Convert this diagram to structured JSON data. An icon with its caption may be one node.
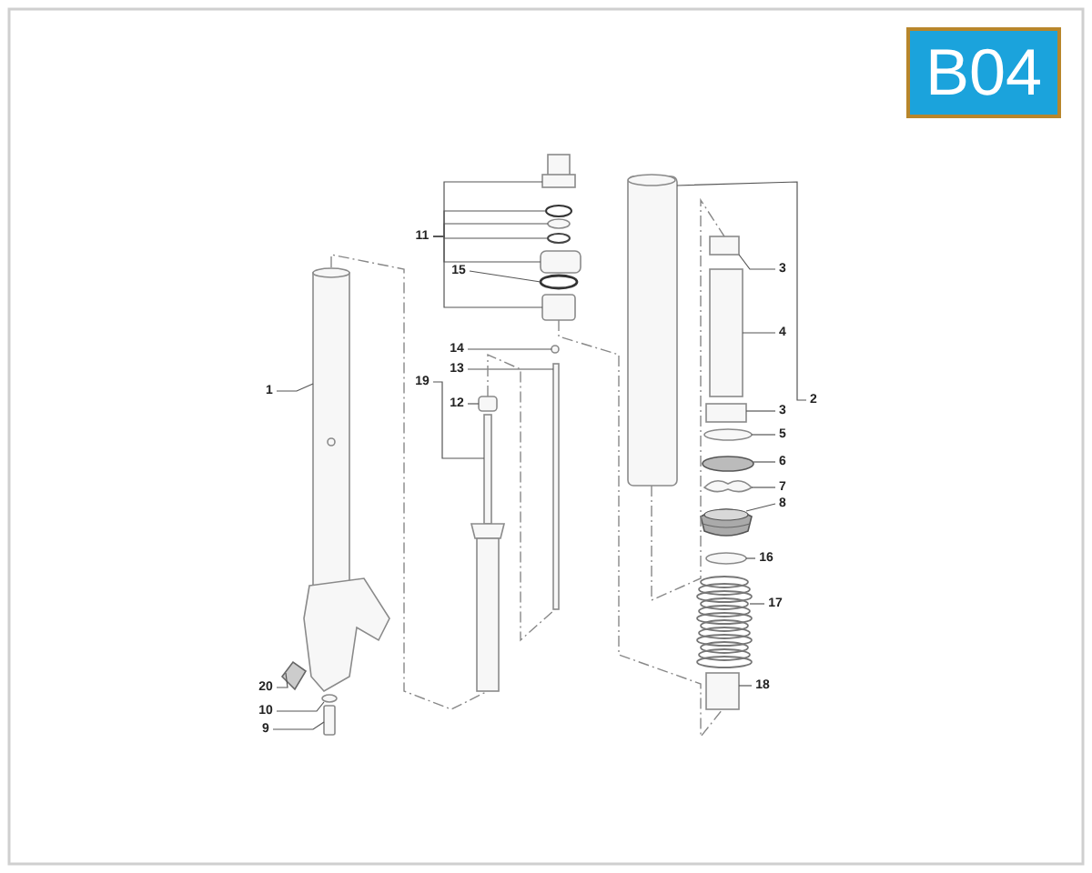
{
  "diagram": {
    "nodes": [
      {
        "text": [
          "B04"
        ]
      },
      {
        "text": [
          "1"
        ]
      },
      {
        "text": [],
        "shape": "picture"
      },
      {
        "text": [
          "20"
        ]
      },
      {
        "text": [],
        "shape": "picture"
      },
      {
        "text": [
          "10"
        ]
      },
      {
        "text": [],
        "shape": "circle"
      },
      {
        "text": [
          "9"
        ]
      },
      {
        "text": [],
        "shape": "box"
      },
      {
        "text": [
          "11"
        ]
      },
      {
        "text": [],
        "shape": "picture"
      },
      {
        "text": [],
        "shape": "circle"
      },
      {
        "text": [],
        "shape": "circle"
      },
      {
        "text": [],
        "shape": "circle"
      },
      {
        "text": [],
        "shape": "box"
      },
      {
        "text": [],
        "shape": "box"
      },
      {
        "text": [
          "15"
        ]
      },
      {
        "text": [],
        "shape": "circle"
      },
      {
        "text": [
          "14"
        ]
      },
      {
        "text": [],
        "shape": "circle"
      },
      {
        "text": [
          "13"
        ]
      },
      {
        "text": [],
        "shape": "box"
      },
      {
        "text": [
          "19"
        ]
      },
      {
        "text": [],
        "shape": "picture"
      },
      {
        "text": [
          "12"
        ]
      },
      {
        "text": [],
        "shape": "box"
      },
      {
        "text": [
          "2"
        ]
      },
      {
        "text": [],
        "shape": "picture"
      },
      {
        "text": [
          "3"
        ]
      },
      {
        "text": [],
        "shape": "box"
      },
      {
        "text": [
          "4"
        ]
      },
      {
        "text": [],
        "shape": "box"
      },
      {
        "text": [
          "3"
        ]
      },
      {
        "text": [],
        "shape": "box"
      },
      {
        "text": [
          "5"
        ]
      },
      {
        "text": [],
        "shape": "circle"
      },
      {
        "text": [
          "6"
        ]
      },
      {
        "text": [],
        "shape": "circle"
      },
      {
        "text": [
          "7"
        ]
      },
      {
        "text": [],
        "shape": "picture"
      },
      {
        "text": [
          "8"
        ]
      },
      {
        "text": [],
        "shape": "picture"
      },
      {
        "text": [
          "16"
        ]
      },
      {
        "text": [],
        "shape": "circle"
      },
      {
        "text": [
          "17"
        ]
      },
      {
        "text": [],
        "shape": "picture"
      },
      {
        "text": [
          "18"
        ]
      },
      {
        "text": [],
        "shape": "box"
      }
    ],
    "edges": [
      {
        "from": 1,
        "to": 2,
        "arrow": "none"
      },
      {
        "from": 3,
        "to": 4,
        "arrow": "none"
      },
      {
        "from": 5,
        "to": 6,
        "arrow": "none"
      },
      {
        "from": 7,
        "to": 8,
        "arrow": "none"
      },
      {
        "from": 9,
        "to": 10,
        "arrow": "none"
      },
      {
        "from": 9,
        "to": 11,
        "arrow": "none"
      },
      {
        "from": 9,
        "to": 12,
        "arrow": "none"
      },
      {
        "from": 9,
        "to": 13,
        "arrow": "none"
      },
      {
        "from": 9,
        "to": 14,
        "arrow": "none"
      },
      {
        "from": 9,
        "to": 15,
        "arrow": "none"
      },
      {
        "from": 16,
        "to": 17,
        "arrow": "none"
      },
      {
        "from": 18,
        "to": 19,
        "arrow": "none"
      },
      {
        "from": 20,
        "to": 21,
        "arrow": "none"
      },
      {
        "from": 22,
        "to": 23,
        "arrow": "none"
      },
      {
        "from": 24,
        "to": 25,
        "arrow": "none"
      },
      {
        "from": 26,
        "to": 27,
        "arrow": "none"
      },
      {
        "from": 28,
        "to": 29,
        "arrow": "none"
      },
      {
        "from": 30,
        "to": 31,
        "arrow": "none"
      },
      {
        "from": 32,
        "to": 33,
        "arrow": "none"
      },
      {
        "from": 34,
        "to": 35,
        "arrow": "none"
      },
      {
        "from": 36,
        "to": 37,
        "arrow": "none"
      },
      {
        "from": 38,
        "to": 39,
        "arrow": "none"
      },
      {
        "from": 40,
        "to": 41,
        "arrow": "none"
      },
      {
        "from": 42,
        "to": 43,
        "arrow": "none"
      },
      {
        "from": 44,
        "to": 45,
        "arrow": "none"
      },
      {
        "from": 46,
        "to": 47,
        "arrow": "none"
      },
      {
        "from": 2,
        "to": 23,
        "arrow": "none",
        "style": "dashed"
      },
      {
        "from": 25,
        "to": 21,
        "arrow": "none",
        "style": "dashed"
      },
      {
        "from": 15,
        "to": 47,
        "arrow": "none",
        "style": "dashed"
      },
      {
        "from": 27,
        "to": 29,
        "arrow": "none",
        "style": "dashed"
      }
    ]
  }
}
